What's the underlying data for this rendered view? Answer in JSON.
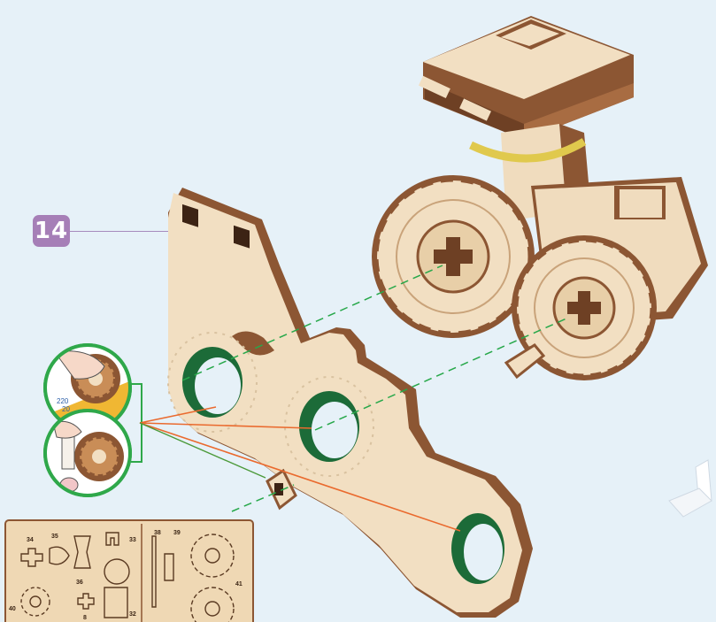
{
  "step": {
    "number": "14"
  },
  "detail_callouts": {
    "top": {
      "numbers": [
        "220",
        "20"
      ],
      "icon": "peg-twist-hand-icon"
    },
    "bottom": {
      "icon": "gear-press-hand-icon"
    }
  },
  "parts_sheet": {
    "labels": [
      "34",
      "35",
      "33",
      "38",
      "39",
      "36",
      "41",
      "32",
      "40",
      "8"
    ]
  },
  "colors": {
    "background": "#e6f1f8",
    "badge": "#a67fb7",
    "callout_ring": "#2fa84a",
    "guide_line_orange": "#ea6a2e",
    "guide_line_green": "#27a84a",
    "plywood_face": "#f2dfc2",
    "plywood_edge": "#8c5633",
    "rubber_ring": "#1c6b38",
    "rubber_band": "#e0c94d"
  }
}
